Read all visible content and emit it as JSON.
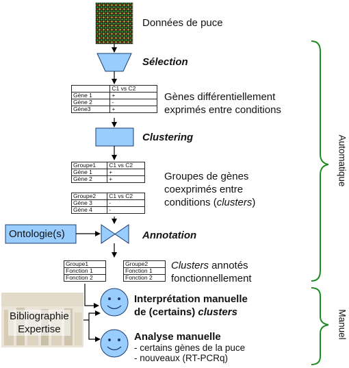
{
  "nodes": {
    "puce": "Données de puce",
    "selection": "Sélection",
    "diff_line1": "Gènes différentiellement",
    "diff_line2": "exprimés entre conditions",
    "clustering": "Clustering",
    "grp_line1": "Groupes de gènes",
    "grp_line2": "coexprimés entre",
    "grp_line3_pre": "conditions (",
    "grp_line3_em": "clusters",
    "grp_line3_post": ")",
    "ontologie": "Ontologie(s)",
    "annotation": "Annotation",
    "annot_line1_em": "Clusters",
    "annot_line1_rest": " annotés",
    "annot_line2": "fonctionnellement",
    "biblio_line1": "Bibliographie",
    "biblio_line2": "Expertise",
    "interp_line1": "Interprétation manuelle",
    "interp_line2_pre": "de (certains) ",
    "interp_line2_em": "clusters",
    "analyse_title": "Analyse manuelle",
    "analyse_item1": "- certains gènes de la puce",
    "analyse_item2": "- nouveaux (RT-PCRq)"
  },
  "tables": {
    "diff": {
      "header": [
        "",
        "C1 vs C2"
      ],
      "rows": [
        [
          "Gène 1",
          "+"
        ],
        [
          "Gène 2",
          "-"
        ],
        [
          "Gène3",
          "+"
        ]
      ]
    },
    "groupe1": {
      "header": [
        "Groupe1",
        "C1 vs C2"
      ],
      "rows": [
        [
          "Gène 1",
          "+"
        ],
        [
          "Gène 2",
          "+"
        ]
      ]
    },
    "groupe2": {
      "header": [
        "Groupe2",
        "C1 vs C2"
      ],
      "rows": [
        [
          "Gène 3",
          "-"
        ],
        [
          "Gène 4",
          "-"
        ]
      ]
    },
    "annot1": {
      "rows": [
        "Groupe1",
        "Fonction 1",
        "Fonction 2"
      ]
    },
    "annot2": {
      "rows": [
        "Groupe2",
        "Fonction 1",
        "Fonction 2"
      ]
    }
  },
  "brackets": {
    "automatique": "Automatique",
    "manuel": "Manuel"
  },
  "colors": {
    "shape_fill": "#99ccff",
    "shape_stroke": "#1a3d6b",
    "bracket": "#1f8a1f",
    "face_fill": "#99ccff"
  }
}
